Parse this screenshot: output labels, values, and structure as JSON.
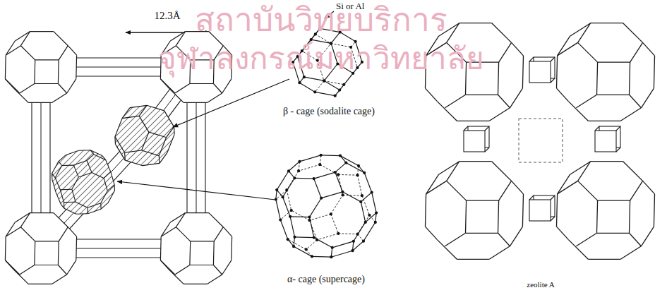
{
  "diagram": {
    "labels": [
      "12.3Å",
      "Si or Al",
      "β - cage (sodalite cage)",
      "α- cage (supercage)",
      "zeolite A",
      "สถาบันวิทยบริการ",
      "จุฬาลงกรณ์มหาวิทยาลัย"
    ]
  }
}
